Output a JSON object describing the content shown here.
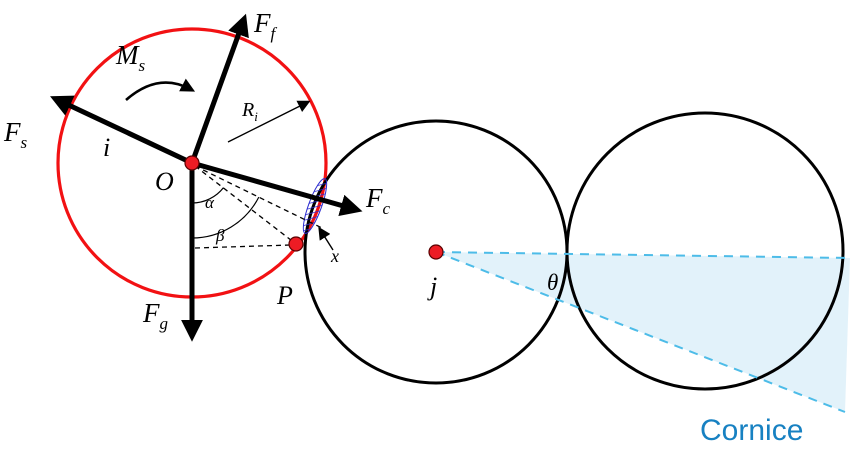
{
  "colors": {
    "red": "#f21113",
    "black": "#000000",
    "cyan_dash": "#4dbce8",
    "triangle_fill": "#e2f2fa",
    "hatch_blue": "#2a2ad0",
    "cornice_text": "#1781c2",
    "dot_fill": "#ed1c24",
    "dot_stroke": "#5a0000"
  },
  "labels": {
    "force_friction": {
      "main": "F",
      "sub": "f"
    },
    "moment": {
      "main": "M",
      "sub": "s"
    },
    "force_spring": {
      "main": "F",
      "sub": "s"
    },
    "radius": {
      "main": "R",
      "sub": "i"
    },
    "force_contact": {
      "main": "F",
      "sub": "c"
    },
    "force_gravity": {
      "main": "F",
      "sub": "g"
    },
    "particle_i": "i",
    "center_o": "O",
    "alpha": "α",
    "beta": "β",
    "point_p": "P",
    "overlap_x": "x",
    "particle_j": "j",
    "theta": "θ",
    "cornice": "Cornice"
  }
}
